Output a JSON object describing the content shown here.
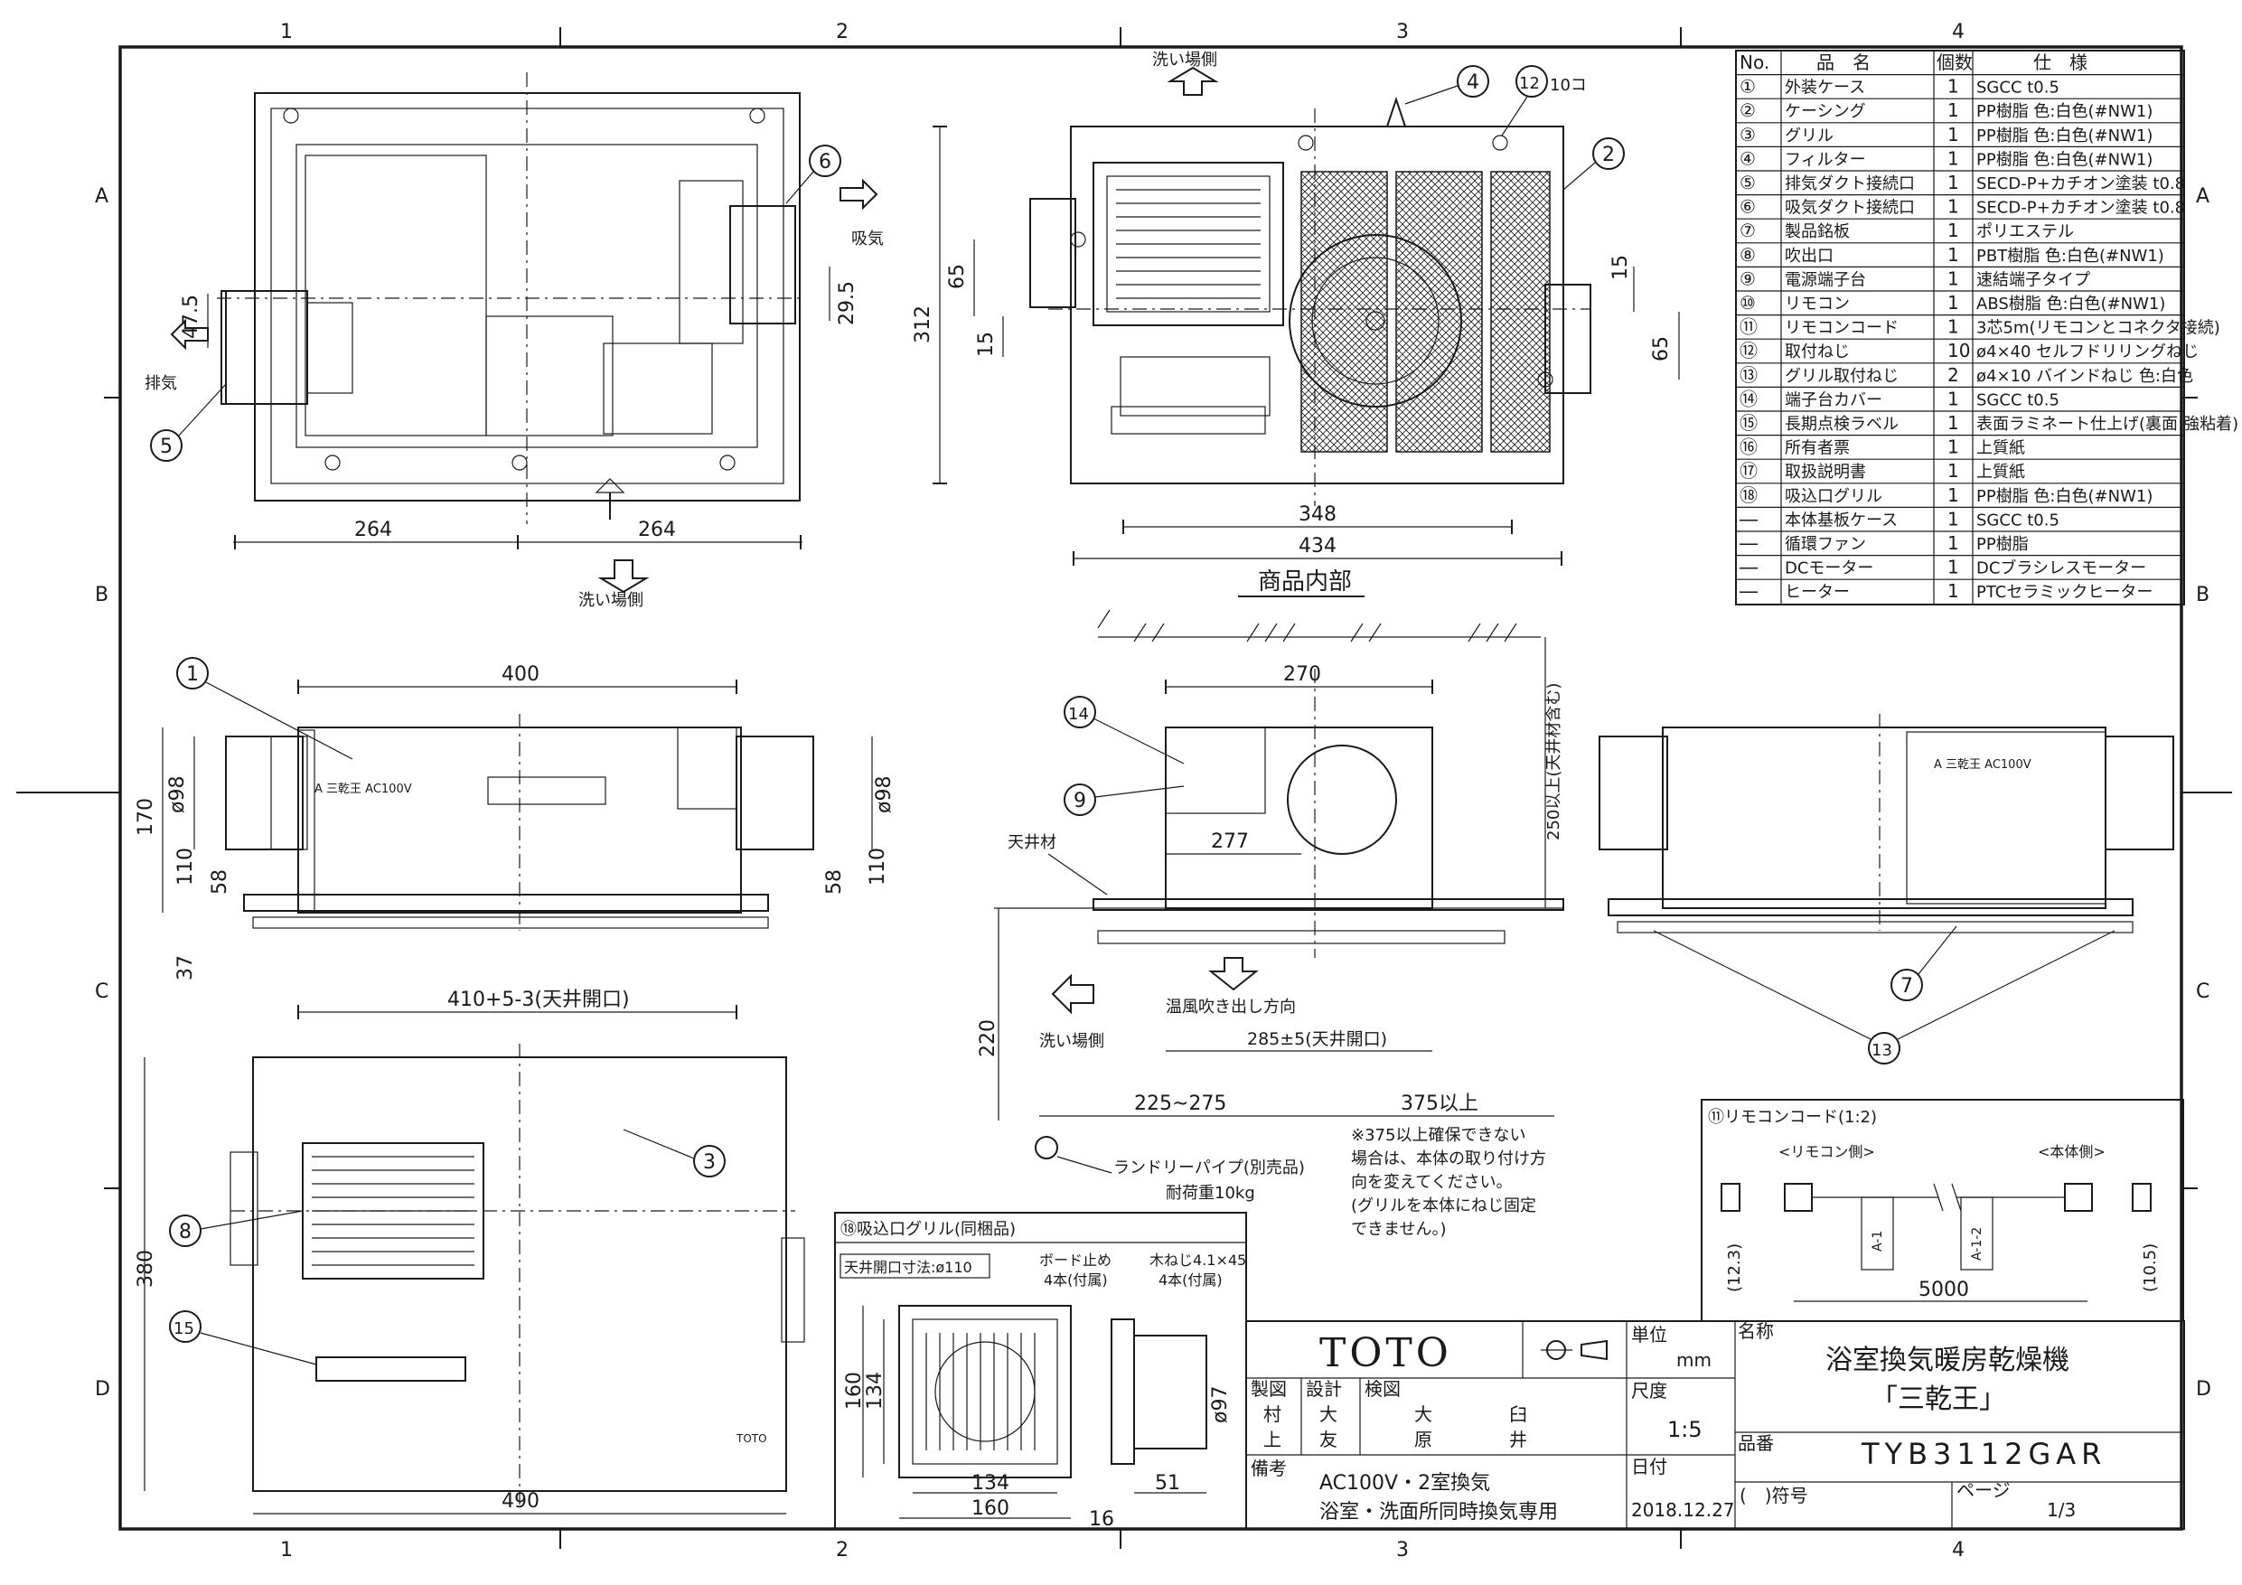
{
  "frame": {
    "cols": [
      "1",
      "2",
      "3",
      "4"
    ],
    "rows": [
      "A",
      "B",
      "C",
      "D"
    ]
  },
  "labels": {
    "wash_side": "洗い場側",
    "intake": "吸気",
    "exhaust": "排気",
    "interior_caption": "商品内部",
    "ceiling_material": "天井材",
    "warm_air": "温風吹き出し方向",
    "laundry_pipe": "ランドリーパイプ(別売品)",
    "load": "耐荷重10kg",
    "note1": "※375以上確保できない",
    "note2": "場合は、本体の取り付け方",
    "note3": "向を変えてください。",
    "note4": "(グリルを本体にねじ固定",
    "note5": "できません。)",
    "label_a": "A  三乾王 AC100V",
    "qty_10": "10コ",
    "toto_small": "TOTO"
  },
  "dims": {
    "d264a": "264",
    "d264b": "264",
    "d475": "47.5",
    "d295": "29.5",
    "d65": "65",
    "d312": "312",
    "d15a": "15",
    "d15b": "15",
    "d65b": "65",
    "d348": "348",
    "d434": "434",
    "d400": "400",
    "d98a": "ø98",
    "d98b": "ø98",
    "d170": "170",
    "d110a": "110",
    "d110b": "110",
    "d58a": "58",
    "d58b": "58",
    "d37": "37",
    "d410": "410+5-3(天井開口)",
    "d270": "270",
    "d277": "277",
    "d250": "250以上(天井材含む)",
    "d220": "220",
    "d285": "285±5(天井開口)",
    "d225": "225~275",
    "d375": "375以上",
    "d380": "380",
    "d490": "490"
  },
  "callouts": {
    "c1": "1",
    "c2": "2",
    "c3": "3",
    "c4": "4",
    "c5": "5",
    "c6": "6",
    "c7": "7",
    "c8": "8",
    "c9": "9",
    "c12": "12",
    "c13": "13",
    "c14": "14",
    "c15": "15"
  },
  "parts": {
    "headers": [
      "No.",
      "品　名",
      "個数",
      "仕　様"
    ],
    "rows": [
      {
        "no": "①",
        "name": "外装ケース",
        "qty": "1",
        "spec": "SGCC t0.5"
      },
      {
        "no": "②",
        "name": "ケーシング",
        "qty": "1",
        "spec": "PP樹脂 色:白色(#NW1)"
      },
      {
        "no": "③",
        "name": "グリル",
        "qty": "1",
        "spec": "PP樹脂 色:白色(#NW1)"
      },
      {
        "no": "④",
        "name": "フィルター",
        "qty": "1",
        "spec": "PP樹脂 色:白色(#NW1)"
      },
      {
        "no": "⑤",
        "name": "排気ダクト接続口",
        "qty": "1",
        "spec": "SECD-P+カチオン塗装 t0.8"
      },
      {
        "no": "⑥",
        "name": "吸気ダクト接続口",
        "qty": "1",
        "spec": "SECD-P+カチオン塗装 t0.8"
      },
      {
        "no": "⑦",
        "name": "製品銘板",
        "qty": "1",
        "spec": "ポリエステル"
      },
      {
        "no": "⑧",
        "name": "吹出口",
        "qty": "1",
        "spec": "PBT樹脂 色:白色(#NW1)"
      },
      {
        "no": "⑨",
        "name": "電源端子台",
        "qty": "1",
        "spec": "速結端子タイプ"
      },
      {
        "no": "⑩",
        "name": "リモコン",
        "qty": "1",
        "spec": "ABS樹脂 色:白色(#NW1)"
      },
      {
        "no": "⑪",
        "name": "リモコンコード",
        "qty": "1",
        "spec": "3芯5m(リモコンとコネクタ接続)"
      },
      {
        "no": "⑫",
        "name": "取付ねじ",
        "qty": "10",
        "spec": "ø4×40 セルフドリリングねじ"
      },
      {
        "no": "⑬",
        "name": "グリル取付ねじ",
        "qty": "2",
        "spec": "ø4×10 バインドねじ 色:白色"
      },
      {
        "no": "⑭",
        "name": "端子台カバー",
        "qty": "1",
        "spec": "SGCC t0.5"
      },
      {
        "no": "⑮",
        "name": "長期点検ラベル",
        "qty": "1",
        "spec": "表面ラミネート仕上げ(裏面:強粘着)"
      },
      {
        "no": "⑯",
        "name": "所有者票",
        "qty": "1",
        "spec": "上質紙"
      },
      {
        "no": "⑰",
        "name": "取扱説明書",
        "qty": "1",
        "spec": "上質紙"
      },
      {
        "no": "⑱",
        "name": "吸込口グリル",
        "qty": "1",
        "spec": "PP樹脂 色:白色(#NW1)"
      },
      {
        "no": "―",
        "name": "本体基板ケース",
        "qty": "1",
        "spec": "SGCC t0.5"
      },
      {
        "no": "―",
        "name": "循環ファン",
        "qty": "1",
        "spec": "PP樹脂"
      },
      {
        "no": "―",
        "name": "DCモーター",
        "qty": "1",
        "spec": "DCブラシレスモーター"
      },
      {
        "no": "―",
        "name": "ヒーター",
        "qty": "1",
        "spec": "PTCセラミックヒーター"
      }
    ]
  },
  "remote_cord": {
    "title": "⑪リモコンコード(1:2)",
    "remote_side": "<リモコン側>",
    "body_side": "<本体側>",
    "len": "5000",
    "d123": "(12.3)",
    "d105": "(10.5)",
    "tag1": "A-1",
    "tag2": "A-1-2"
  },
  "intake_grill": {
    "title": "⑱吸込口グリル(同梱品)",
    "opening": "天井開口寸法:ø110",
    "board": "ボード止め",
    "board_qty": "4本(付属)",
    "screw": "木ねじ4.1×45",
    "screw_qty": "4本(付属)",
    "d160a": "160",
    "d134a": "134",
    "d134b": "134",
    "d160b": "160",
    "d97": "ø97",
    "d51": "51",
    "d16": "16"
  },
  "title_block": {
    "logo": "TOTO",
    "unit_label": "単位",
    "unit": "mm",
    "scale_label": "尺度",
    "scale": "1:5",
    "date_label": "日付",
    "date": "2018.12.27",
    "name_label": "名称",
    "name1": "浴室換気暖房乾燥機",
    "name2": "「三乾王」",
    "part_label": "品番",
    "part_no": "TYB3112GAR",
    "symbol_label": "(　)符号",
    "page_label": "ページ",
    "page": "1/3",
    "roles": [
      "製図",
      "設計",
      "検図"
    ],
    "names": [
      "村",
      "大",
      "大",
      "臼",
      "上",
      "友",
      "原",
      "井"
    ],
    "note_label": "備考",
    "note1": "AC100V・2室換気",
    "note2": "浴室・洗面所同時換気専用"
  }
}
